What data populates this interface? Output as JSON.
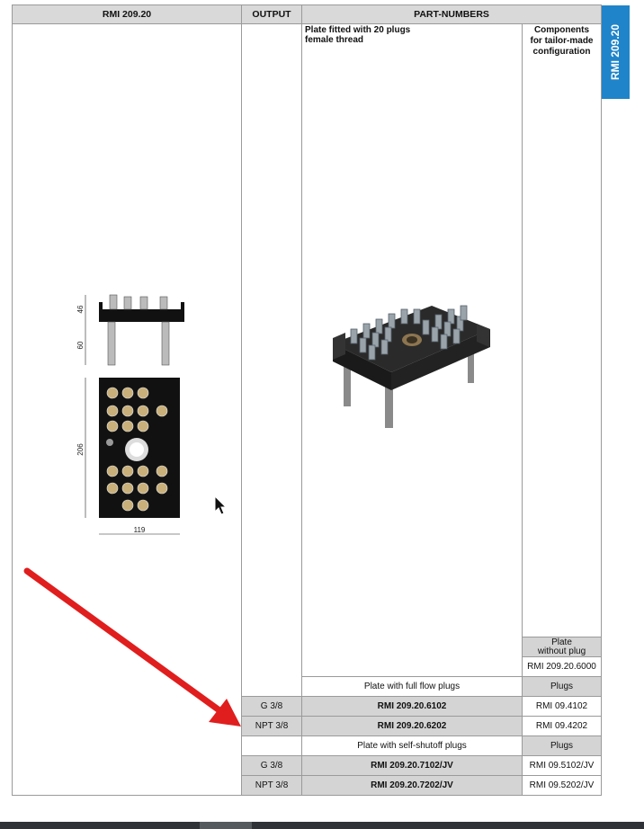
{
  "header": {
    "model": "RMI 209.20",
    "output": "OUTPUT",
    "part_numbers": "PART-NUMBERS"
  },
  "side_tab": {
    "label": "RMI 209.20",
    "color": "#1f84c9"
  },
  "columns": {
    "plate_title_line1": "Plate fitted with 20 plugs",
    "plate_title_line2": "female thread",
    "components_line1": "Components",
    "components_line2": "for tailor-made",
    "components_line3": "configuration"
  },
  "drawing": {
    "dim_height_top": "46",
    "dim_height_legs": "60",
    "dim_plate_length": "206",
    "dim_plate_width": "119"
  },
  "plate_without_plug": {
    "label_line1": "Plate",
    "label_line2": "without plug",
    "part": "RMI 209.20.6000"
  },
  "sections": [
    {
      "title": "Plate with full flow plugs",
      "component_header": "Plugs",
      "rows": [
        {
          "output": "G 3/8",
          "part": "RMI 209.20.6102",
          "component": "RMI 09.4102"
        },
        {
          "output": "NPT 3/8",
          "part": "RMI 209.20.6202",
          "component": "RMI 09.4202"
        }
      ]
    },
    {
      "title": "Plate with self-shutoff plugs",
      "component_header": "Plugs",
      "rows": [
        {
          "output": "G 3/8",
          "part": "RMI 209.20.7102/JV",
          "component": "RMI 09.5102/JV"
        },
        {
          "output": "NPT 3/8",
          "part": "RMI 209.20.7202/JV",
          "component": "RMI 09.5202/JV"
        }
      ]
    }
  ],
  "colors": {
    "header_bg": "#d9d9d9",
    "row_grey": "#d4d4d4",
    "annotation_arrow": "#e01e1e"
  }
}
